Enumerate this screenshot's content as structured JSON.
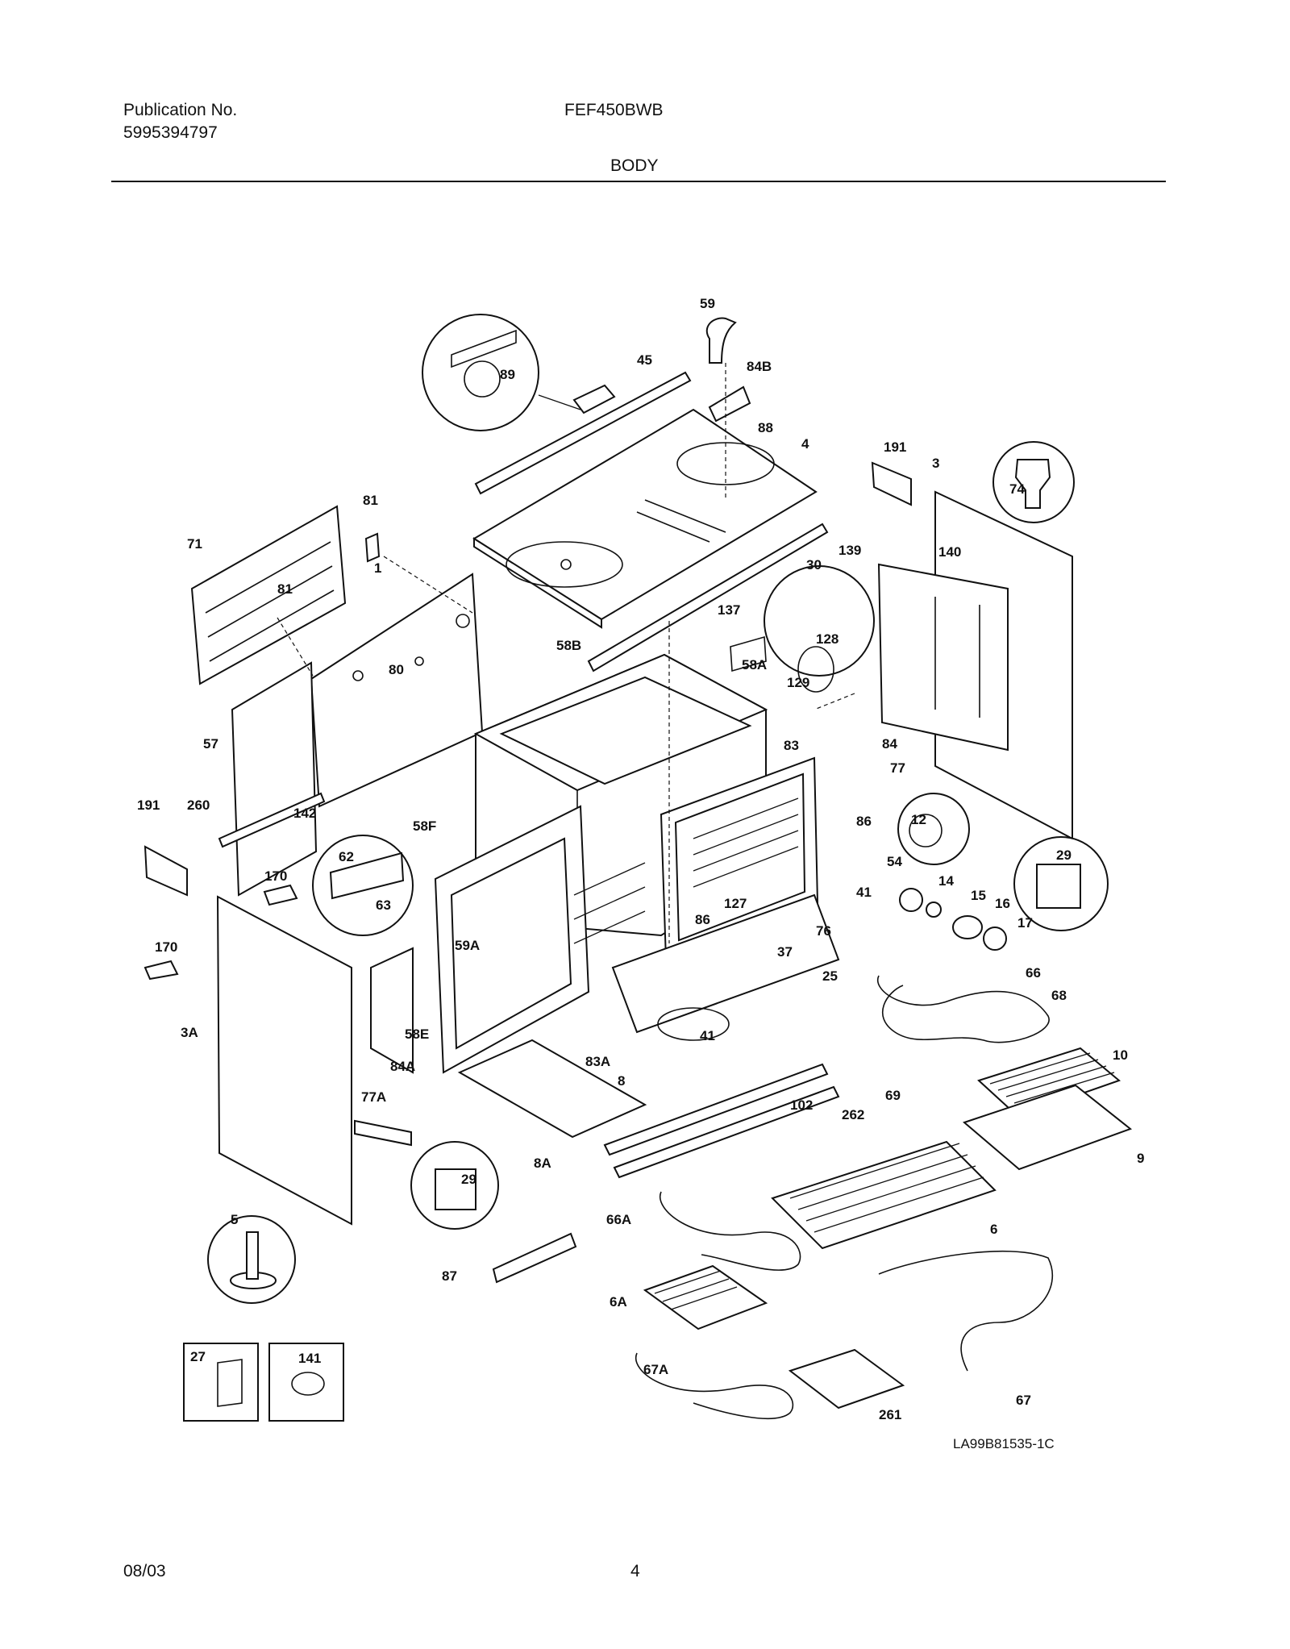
{
  "header": {
    "publication_label": "Publication No.",
    "publication_number": "5995394797",
    "model": "FEF450BWB",
    "section": "BODY"
  },
  "diagram": {
    "drawing_code": "LA99B81535-1C",
    "callouts": [
      "59",
      "45",
      "84B",
      "89",
      "88",
      "4",
      "191",
      "3",
      "74",
      "81",
      "71",
      "139",
      "30",
      "140",
      "137",
      "128",
      "129",
      "1",
      "81",
      "58B",
      "58A",
      "80",
      "57",
      "84",
      "77",
      "83",
      "12",
      "142",
      "58F",
      "86",
      "29",
      "191",
      "260",
      "62",
      "54",
      "14",
      "15",
      "16",
      "17",
      "41",
      "170",
      "63",
      "127",
      "170",
      "59A",
      "86",
      "76",
      "37",
      "66",
      "68",
      "25",
      "3A",
      "58E",
      "84A",
      "41",
      "83A",
      "8",
      "69",
      "10",
      "102",
      "262",
      "77A",
      "9",
      "8A",
      "29",
      "5",
      "66A",
      "6",
      "87",
      "6A",
      "27",
      "141",
      "67A",
      "261",
      "67"
    ]
  },
  "footer": {
    "date": "08/03",
    "page": "4"
  }
}
